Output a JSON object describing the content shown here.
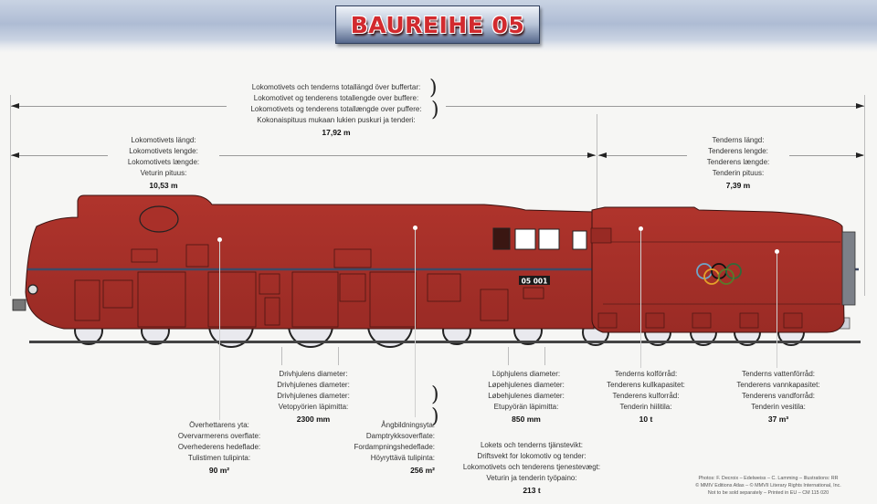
{
  "title": "BAUREIHE 05",
  "locomotive_number": "05 001",
  "colors": {
    "body_red": "#a8302a",
    "title_red": "#d22a2e",
    "plate_blue": "#56688c"
  },
  "dimensions": {
    "total_length": {
      "lines": [
        "Lokomotivets och tenderns totallängd över buffertar:",
        "Lokomotivet og tenderens totallengde over buffere:",
        "Lokomotivets og tenderens totallængde over puffere:",
        "Kokonaispituus mukaan lukien puskuri ja tenderi:"
      ],
      "value": "17,92 m"
    },
    "locomotive_length": {
      "lines": [
        "Lokomotivets längd:",
        "Lokomotivets lengde:",
        "Lokomotivets længde:",
        "Veturin pituus:"
      ],
      "value": "10,53 m"
    },
    "tender_length": {
      "lines": [
        "Tenderns längd:",
        "Tenderens lengde:",
        "Tenderens længde:",
        "Tenderin pituus:"
      ],
      "value": "7,39 m"
    }
  },
  "specs": {
    "driving_wheel": {
      "lines": [
        "Drivhjulens diameter:",
        "Drivhjulenes diameter:",
        "Drivhjulenes diameter:",
        "Vetopyörien läpimitta:"
      ],
      "value": "2300 mm"
    },
    "superheater": {
      "lines": [
        "Överhettarens yta:",
        "Overvarmerens overflate:",
        "Overhederens hedeflade:",
        "Tulistimen tulipinta:"
      ],
      "value": "90 m²"
    },
    "evaporative": {
      "lines": [
        "Ångbildningsyta:",
        "Damptrykksoverflate:",
        "Fordampningshedeflade:",
        "Höyryttävä tulipinta:"
      ],
      "value": "256 m²"
    },
    "carrying_wheel": {
      "lines": [
        "Löphjulens diameter:",
        "Løpehjulenes diameter:",
        "Løbehjulenes diameter:",
        "Etupyörän läpimitta:"
      ],
      "value": "850 mm"
    },
    "coal": {
      "lines": [
        "Tenderns kolförråd:",
        "Tenderens kullkapasitet:",
        "Tenderens kulforråd:",
        "Tenderin hiilitila:"
      ],
      "value": "10 t"
    },
    "water": {
      "lines": [
        "Tenderns vattenförråd:",
        "Tenderens vannkapasitet:",
        "Tenderens vandforråd:",
        "Tenderin vesitila:"
      ],
      "value": "37 m³"
    },
    "weight": {
      "lines": [
        "Lokets och tenderns tjänstevikt:",
        "Driftsvekt for lokomotiv og tender:",
        "Lokomotivets och tenderens tjenestevægt:",
        "Veturin ja tenderin työpaino:"
      ],
      "value": "213 t"
    }
  },
  "credits": [
    "Photos: F. Decroix – Edelweiss – C. Lamming – Illustrations: RR",
    "© MMIV Editions Atlas – © MMVII Literary Rights International, Inc.",
    "Not to be sold separately – Printed in EU – CM 115 020"
  ]
}
